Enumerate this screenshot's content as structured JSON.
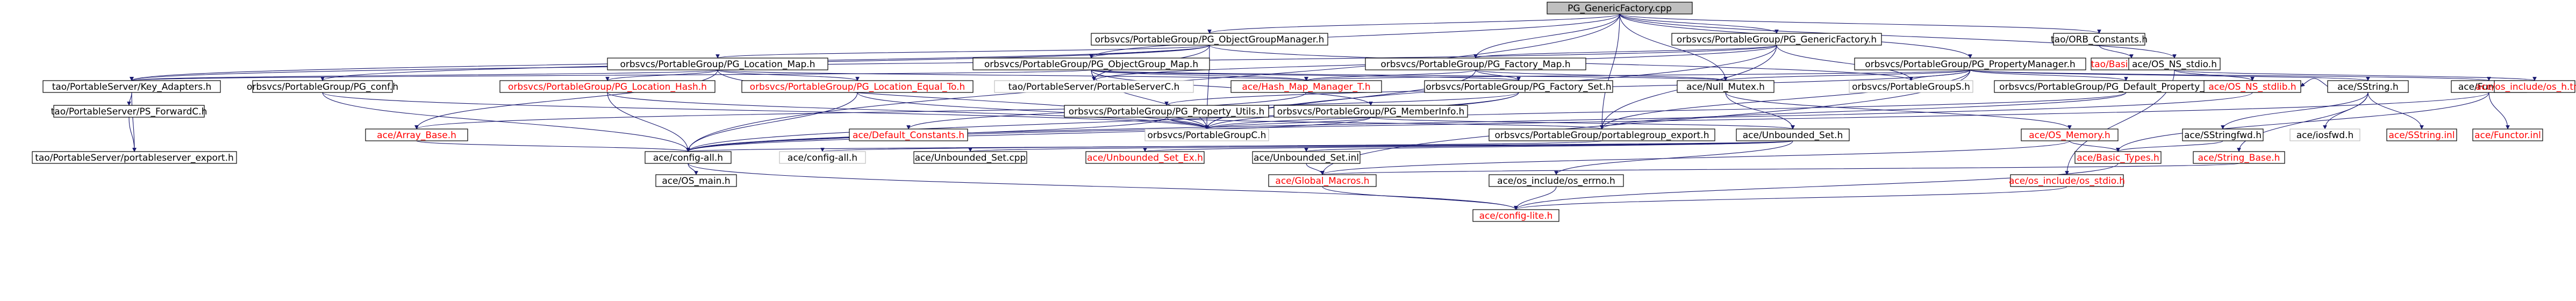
{
  "colors": {
    "edge": "#191970",
    "border_normal": "#000000",
    "border_missing": "#bfbfbf",
    "text_normal": "#000000",
    "text_red": "#ff0000",
    "root_fill": "#bfbfbf",
    "node_fill": "#ffffff"
  },
  "nodes": [
    {
      "id": "root",
      "label": "PG_GenericFactory.cpp",
      "style": "root"
    },
    {
      "id": "pgom",
      "label": "orbsvcs/PortableGroup/PG_ObjectGroupManager.h",
      "style": "normal"
    },
    {
      "id": "pggf",
      "label": "orbsvcs/PortableGroup/PG_GenericFactory.h",
      "style": "normal"
    },
    {
      "id": "orbc",
      "label": "tao/ORB_Constants.h",
      "style": "normal"
    },
    {
      "id": "bt1",
      "label": "tao/Basic_Types.h",
      "style": "red"
    },
    {
      "id": "osnsstdio",
      "label": "ace/OS_NS_stdio.h",
      "style": "normal"
    },
    {
      "id": "pglm",
      "label": "orbsvcs/PortableGroup/PG_Location_Map.h",
      "style": "normal"
    },
    {
      "id": "pgogm",
      "label": "orbsvcs/PortableGroup/PG_ObjectGroup_Map.h",
      "style": "normal"
    },
    {
      "id": "pgfm",
      "label": "orbsvcs/PortableGroup/PG_Factory_Map.h",
      "style": "normal"
    },
    {
      "id": "pgpm",
      "label": "orbsvcs/PortableGroup/PG_PropertyManager.h",
      "style": "normal"
    },
    {
      "id": "ka",
      "label": "tao/PortableServer/Key_Adapters.h",
      "style": "normal"
    },
    {
      "id": "conf",
      "label": "orbsvcs/PortableGroup/PG_conf.h",
      "style": "normal"
    },
    {
      "id": "lh",
      "label": "orbsvcs/PortableGroup/PG_Location_Hash.h",
      "style": "red"
    },
    {
      "id": "le",
      "label": "orbsvcs/PortableGroup/PG_Location_Equal_To.h",
      "style": "red"
    },
    {
      "id": "psc",
      "label": "tao/PortableServer/PortableServerC.h",
      "style": "missing"
    },
    {
      "id": "hmm",
      "label": "ace/Hash_Map_Manager_T.h",
      "style": "red"
    },
    {
      "id": "pgfs",
      "label": "orbsvcs/PortableGroup/PG_Factory_Set.h",
      "style": "normal"
    },
    {
      "id": "nm",
      "label": "ace/Null_Mutex.h",
      "style": "normal"
    },
    {
      "id": "pgs",
      "label": "orbsvcs/PortableGroupS.h",
      "style": "missing"
    },
    {
      "id": "pgdpv",
      "label": "orbsvcs/PortableGroup/PG_Default_Property_Validator.h",
      "style": "normal"
    },
    {
      "id": "osnsstdlib",
      "label": "ace/OS_NS_stdlib.h",
      "style": "red"
    },
    {
      "id": "sstr",
      "label": "ace/SString.h",
      "style": "normal"
    },
    {
      "id": "func",
      "label": "ace/Functor.h",
      "style": "normal"
    },
    {
      "id": "oshtml",
      "label": "ace/os_include/os_h.tml.h",
      "style": "red"
    },
    {
      "id": "pgmi",
      "label": "orbsvcs/PortableGroup/PG_MemberInfo.h",
      "style": "normal"
    },
    {
      "id": "pgpu",
      "label": "orbsvcs/PortableGroup/PG_Property_Utils.h",
      "style": "normal"
    },
    {
      "id": "pfc",
      "label": "tao/PortableServer/PS_ForwardC.h",
      "style": "normal"
    },
    {
      "id": "ab",
      "label": "ace/Array_Base.h",
      "style": "red"
    },
    {
      "id": "dc",
      "label": "ace/Default_Constants.h",
      "style": "red"
    },
    {
      "id": "pgc",
      "label": "orbsvcs/PortableGroupC.h",
      "style": "missing"
    },
    {
      "id": "pgexp",
      "label": "orbsvcs/PortableGroup/portablegroup_export.h",
      "style": "normal"
    },
    {
      "id": "us",
      "label": "ace/Unbounded_Set.h",
      "style": "normal"
    },
    {
      "id": "osmem",
      "label": "ace/OS_Memory.h",
      "style": "red"
    },
    {
      "id": "sfwd",
      "label": "ace/SStringfwd.h",
      "style": "normal"
    },
    {
      "id": "iosfwd",
      "label": "ace/iosfwd.h",
      "style": "missing"
    },
    {
      "id": "sinl",
      "label": "ace/SString.inl",
      "style": "red"
    },
    {
      "id": "finl",
      "label": "ace/Functor.inl",
      "style": "red"
    },
    {
      "id": "psexp",
      "label": "tao/PortableServer/portableserver_export.h",
      "style": "normal"
    },
    {
      "id": "cfgall",
      "label": "ace/config-all.h",
      "style": "normal"
    },
    {
      "id": "cfgall2",
      "label": "ace/config-all.h",
      "style": "missing"
    },
    {
      "id": "uscpp",
      "label": "ace/Unbounded_Set.cpp",
      "style": "normal"
    },
    {
      "id": "usex",
      "label": "ace/Unbounded_Set_Ex.h",
      "style": "red"
    },
    {
      "id": "usinl",
      "label": "ace/Unbounded_Set.inl",
      "style": "normal"
    },
    {
      "id": "bt2",
      "label": "ace/Basic_Types.h",
      "style": "red"
    },
    {
      "id": "strbase",
      "label": "ace/String_Base.h",
      "style": "red"
    },
    {
      "id": "osmain",
      "label": "ace/OS_main.h",
      "style": "normal"
    },
    {
      "id": "gm",
      "label": "ace/Global_Macros.h",
      "style": "red"
    },
    {
      "id": "oserrno",
      "label": "ace/os_include/os_errno.h",
      "style": "normal"
    },
    {
      "id": "osstdio",
      "label": "ace/os_include/os_stdio.h",
      "style": "red"
    },
    {
      "id": "cfglite",
      "label": "ace/config-lite.h",
      "style": "red"
    }
  ],
  "edges": [
    [
      "root",
      "pgom"
    ],
    [
      "root",
      "pggf"
    ],
    [
      "root",
      "orbc"
    ],
    [
      "root",
      "osnsstdio"
    ],
    [
      "root",
      "pgpm"
    ],
    [
      "root",
      "pgfm"
    ],
    [
      "root",
      "pgogm"
    ],
    [
      "root",
      "cfgall"
    ],
    [
      "root",
      "pgexp"
    ],
    [
      "root",
      "nm"
    ],
    [
      "orbc",
      "bt1"
    ],
    [
      "osnsstdio",
      "oshtml"
    ],
    [
      "osnsstdio",
      "osstdio"
    ],
    [
      "osnsstdio",
      "osnsstdlib"
    ],
    [
      "pgom",
      "pglm"
    ],
    [
      "pgom",
      "pgogm"
    ],
    [
      "pgom",
      "ka"
    ],
    [
      "pgom",
      "conf"
    ],
    [
      "pgom",
      "psc"
    ],
    [
      "pgom",
      "pgc"
    ],
    [
      "pgom",
      "pgs"
    ],
    [
      "pggf",
      "pgfm"
    ],
    [
      "pggf",
      "pgs"
    ],
    [
      "pggf",
      "psc"
    ],
    [
      "pggf",
      "ka"
    ],
    [
      "pggf",
      "pgexp"
    ],
    [
      "pggf",
      "pgc"
    ],
    [
      "pglm",
      "lh"
    ],
    [
      "pglm",
      "le"
    ],
    [
      "pglm",
      "hmm"
    ],
    [
      "pglm",
      "ka"
    ],
    [
      "pglm",
      "pgc"
    ],
    [
      "pglm",
      "ab"
    ],
    [
      "pgogm",
      "pgmi"
    ],
    [
      "pgogm",
      "hmm"
    ],
    [
      "pgogm",
      "psc"
    ],
    [
      "pgogm",
      "pgc"
    ],
    [
      "pgogm",
      "pgfs"
    ],
    [
      "pgogm",
      "nm"
    ],
    [
      "pgogm",
      "ka"
    ],
    [
      "pgfm",
      "hmm"
    ],
    [
      "pgfm",
      "pgfs"
    ],
    [
      "pgfm",
      "pgc"
    ],
    [
      "pgfm",
      "nm"
    ],
    [
      "pgpm",
      "pgdpv"
    ],
    [
      "pgpm",
      "pgs"
    ],
    [
      "pgpm",
      "nm"
    ],
    [
      "pgpm",
      "pgexp"
    ],
    [
      "pgpm",
      "sstr"
    ],
    [
      "pgpm",
      "func"
    ],
    [
      "pgpm",
      "pgpu"
    ],
    [
      "pgpm",
      "hmm"
    ],
    [
      "pgpm",
      "gm"
    ],
    [
      "ka",
      "pfc"
    ],
    [
      "ka",
      "psexp"
    ],
    [
      "pfc",
      "psexp"
    ],
    [
      "conf",
      "cfgall"
    ],
    [
      "conf",
      "pgc"
    ],
    [
      "lh",
      "pgc"
    ],
    [
      "lh",
      "cfgall"
    ],
    [
      "le",
      "pgc"
    ],
    [
      "le",
      "cfgall"
    ],
    [
      "hmm",
      "dc"
    ],
    [
      "pgfs",
      "pgc"
    ],
    [
      "pgfs",
      "ab"
    ],
    [
      "pgfs",
      "cfgall"
    ],
    [
      "nm",
      "osmem"
    ],
    [
      "nm",
      "us"
    ],
    [
      "pgdpv",
      "pgc"
    ],
    [
      "pgdpv",
      "pgexp"
    ],
    [
      "osnsstdlib",
      "cfgall"
    ],
    [
      "sstr",
      "osnsstdlib"
    ],
    [
      "sstr",
      "sfwd"
    ],
    [
      "sstr",
      "iosfwd"
    ],
    [
      "sstr",
      "sinl"
    ],
    [
      "sstr",
      "strbase"
    ],
    [
      "func",
      "finl"
    ],
    [
      "func",
      "bt2"
    ],
    [
      "func",
      "cfgall"
    ],
    [
      "pgmi",
      "pgc"
    ],
    [
      "pgmi",
      "us"
    ],
    [
      "pgmi",
      "cfgall"
    ],
    [
      "pgpu",
      "pgc"
    ],
    [
      "pgpu",
      "pgexp"
    ],
    [
      "pgpu",
      "cfgall"
    ],
    [
      "pgexp",
      "cfgall2"
    ],
    [
      "ab",
      "cfgall"
    ],
    [
      "us",
      "uscpp"
    ],
    [
      "us",
      "usex"
    ],
    [
      "us",
      "usinl"
    ],
    [
      "us",
      "cfgall"
    ],
    [
      "us",
      "oserrno"
    ],
    [
      "osmem",
      "bt2"
    ],
    [
      "osmem",
      "gm"
    ],
    [
      "sfwd",
      "bt2"
    ],
    [
      "strbase",
      "gm"
    ],
    [
      "cfgall",
      "osmain"
    ],
    [
      "cfgall",
      "cfglite"
    ],
    [
      "bt2",
      "cfglite"
    ],
    [
      "gm",
      "cfglite"
    ],
    [
      "usinl",
      "gm"
    ],
    [
      "oserrno",
      "cfglite"
    ],
    [
      "osstdio",
      "cfglite"
    ]
  ]
}
